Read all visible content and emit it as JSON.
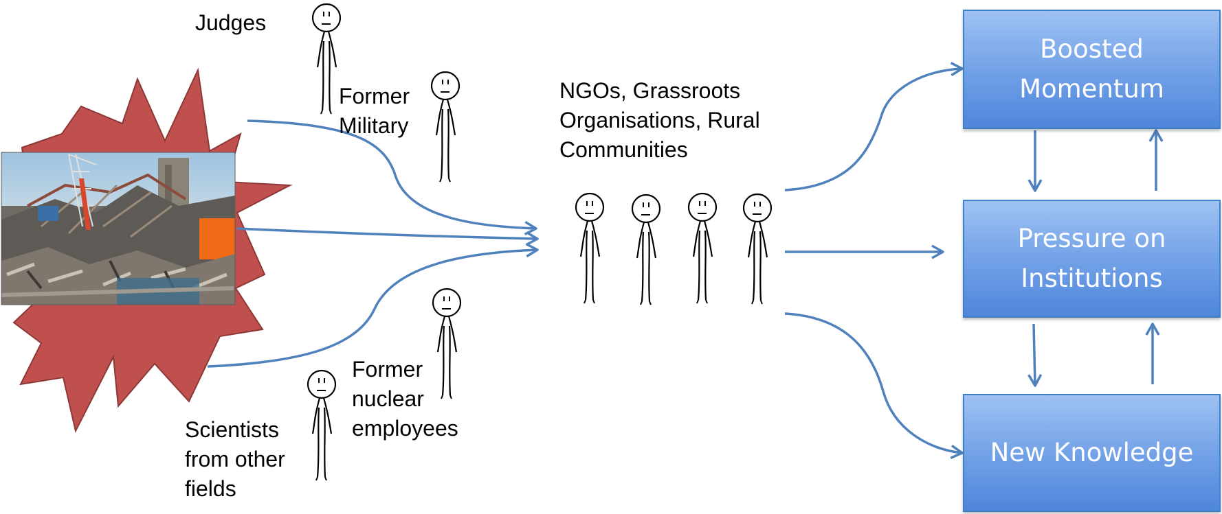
{
  "actors": {
    "judges": "Judges",
    "former_military": "Former\nMilitary",
    "former_nuclear_employees": "Former\nnuclear\nemployees",
    "scientists_other_fields": "Scientists\nfrom other\nfields",
    "ngos_grassroots": "NGOs, Grassroots\nOrganisations, Rural\nCommunities"
  },
  "outcomes": {
    "boosted_momentum": "Boosted\nMomentum",
    "pressure_on_institutions": "Pressure on\nInstitutions",
    "new_knowledge": "New Knowledge"
  },
  "colors": {
    "arrow": "#4f81bd",
    "box_fill": "#6f9fe6",
    "box_text": "#ffffff",
    "explosion": "#c0504d",
    "explosion_border": "#8c3836"
  },
  "icons": {
    "stick_figure": "stick-figure-icon",
    "disaster_photo": "collapsed-nuclear-plant-photo",
    "explosion": "explosion-burst-icon"
  }
}
